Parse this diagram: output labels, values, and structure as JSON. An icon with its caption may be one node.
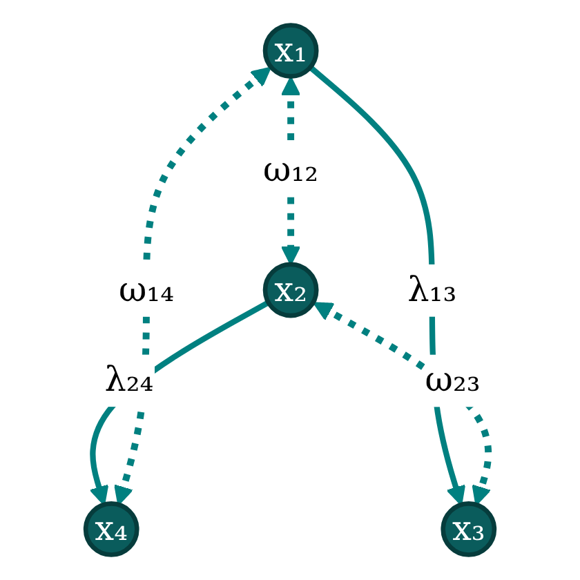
{
  "diagram": {
    "nodes": [
      {
        "text": [
          "x₁"
        ]
      },
      {
        "text": [
          "x₂"
        ]
      },
      {
        "text": [
          "x₃"
        ]
      },
      {
        "text": [
          "x₄"
        ]
      }
    ],
    "edges": [
      {
        "from": 0,
        "to": 1,
        "arrow": "both",
        "label": "ω₁₂",
        "style": "dashed"
      },
      {
        "from": 0,
        "to": 2,
        "arrow": "to",
        "label": "λ₁₃"
      },
      {
        "from": 1,
        "to": 3,
        "arrow": "to",
        "label": "λ₂₄"
      },
      {
        "from": 1,
        "to": 2,
        "arrow": "both",
        "label": "ω₂₃",
        "style": "dashed"
      },
      {
        "from": 0,
        "to": 3,
        "arrow": "both",
        "label": "ω₁₄",
        "style": "dashed"
      }
    ]
  }
}
